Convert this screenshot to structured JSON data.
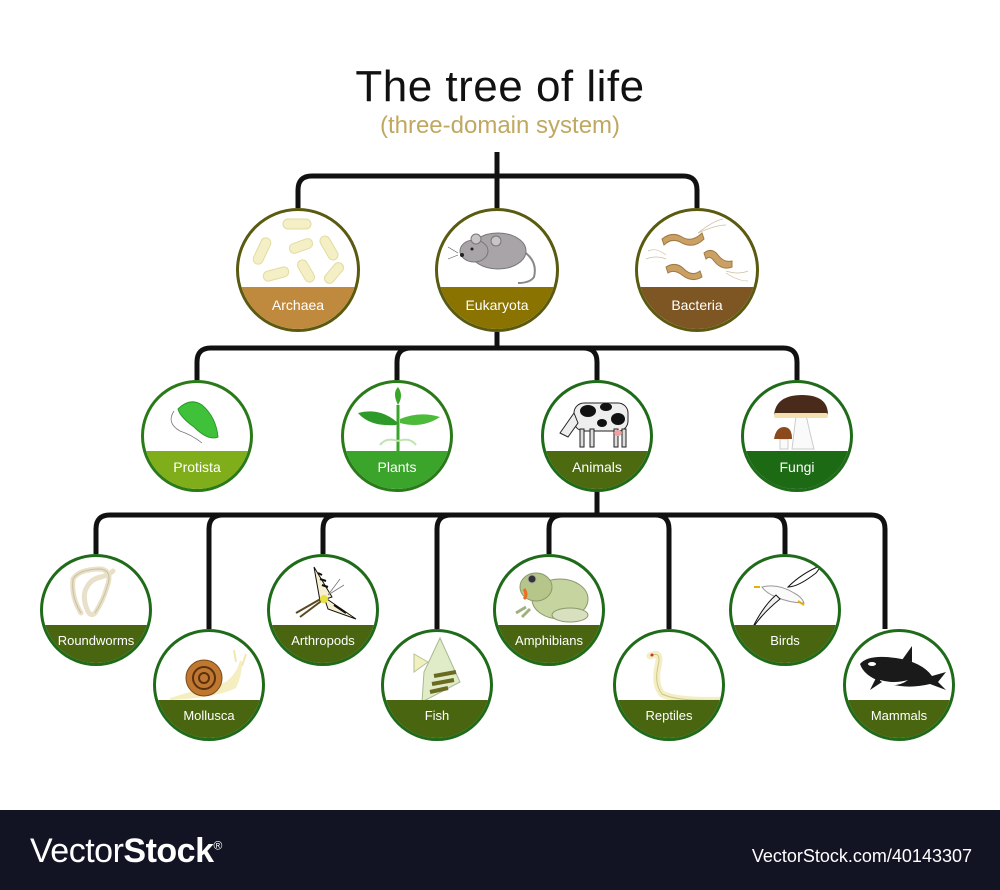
{
  "header": {
    "title": "The tree of life",
    "subtitle": "(three-domain system)"
  },
  "colors": {
    "line": "#111111",
    "title": "#111111",
    "subtitle": "#c0a860",
    "domain_border": "#5a5a10",
    "kingdom_border": "#2a7a1a",
    "animal_border": "#1f6b1a",
    "footer_bg": "#121424"
  },
  "domains": [
    {
      "label": "Archaea",
      "icon": "archaea-icon",
      "band": "#c08a3e"
    },
    {
      "label": "Eukaryota",
      "icon": "mouse-icon",
      "band": "#8a7300"
    },
    {
      "label": "Bacteria",
      "icon": "bacteria-icon",
      "band": "#7d5624"
    }
  ],
  "kingdoms": [
    {
      "label": "Protista",
      "icon": "protist-icon",
      "band": "#7fae1a"
    },
    {
      "label": "Plants",
      "icon": "plant-icon",
      "band": "#3aa52a"
    },
    {
      "label": "Animals",
      "icon": "cow-icon",
      "band": "#4d6a10"
    },
    {
      "label": "Fungi",
      "icon": "mushroom-icon",
      "band": "#1c6a14"
    }
  ],
  "animal_groups": [
    {
      "label": "Roundworms",
      "icon": "worm-icon",
      "band": "#4a6510"
    },
    {
      "label": "Mollusca",
      "icon": "snail-icon",
      "band": "#4a6510"
    },
    {
      "label": "Arthropods",
      "icon": "butterfly-icon",
      "band": "#4a6510"
    },
    {
      "label": "Fish",
      "icon": "fish-icon",
      "band": "#4a6510"
    },
    {
      "label": "Amphibians",
      "icon": "frog-icon",
      "band": "#4a6510"
    },
    {
      "label": "Reptiles",
      "icon": "snake-icon",
      "band": "#4a6510"
    },
    {
      "label": "Birds",
      "icon": "bird-icon",
      "band": "#4a6510"
    },
    {
      "label": "Mammals",
      "icon": "orca-icon",
      "band": "#4a6510"
    }
  ],
  "footer": {
    "brand_light": "Vector",
    "brand_bold": "Stock",
    "brand_mark": "®",
    "reference": "VectorStock.com/40143307"
  }
}
